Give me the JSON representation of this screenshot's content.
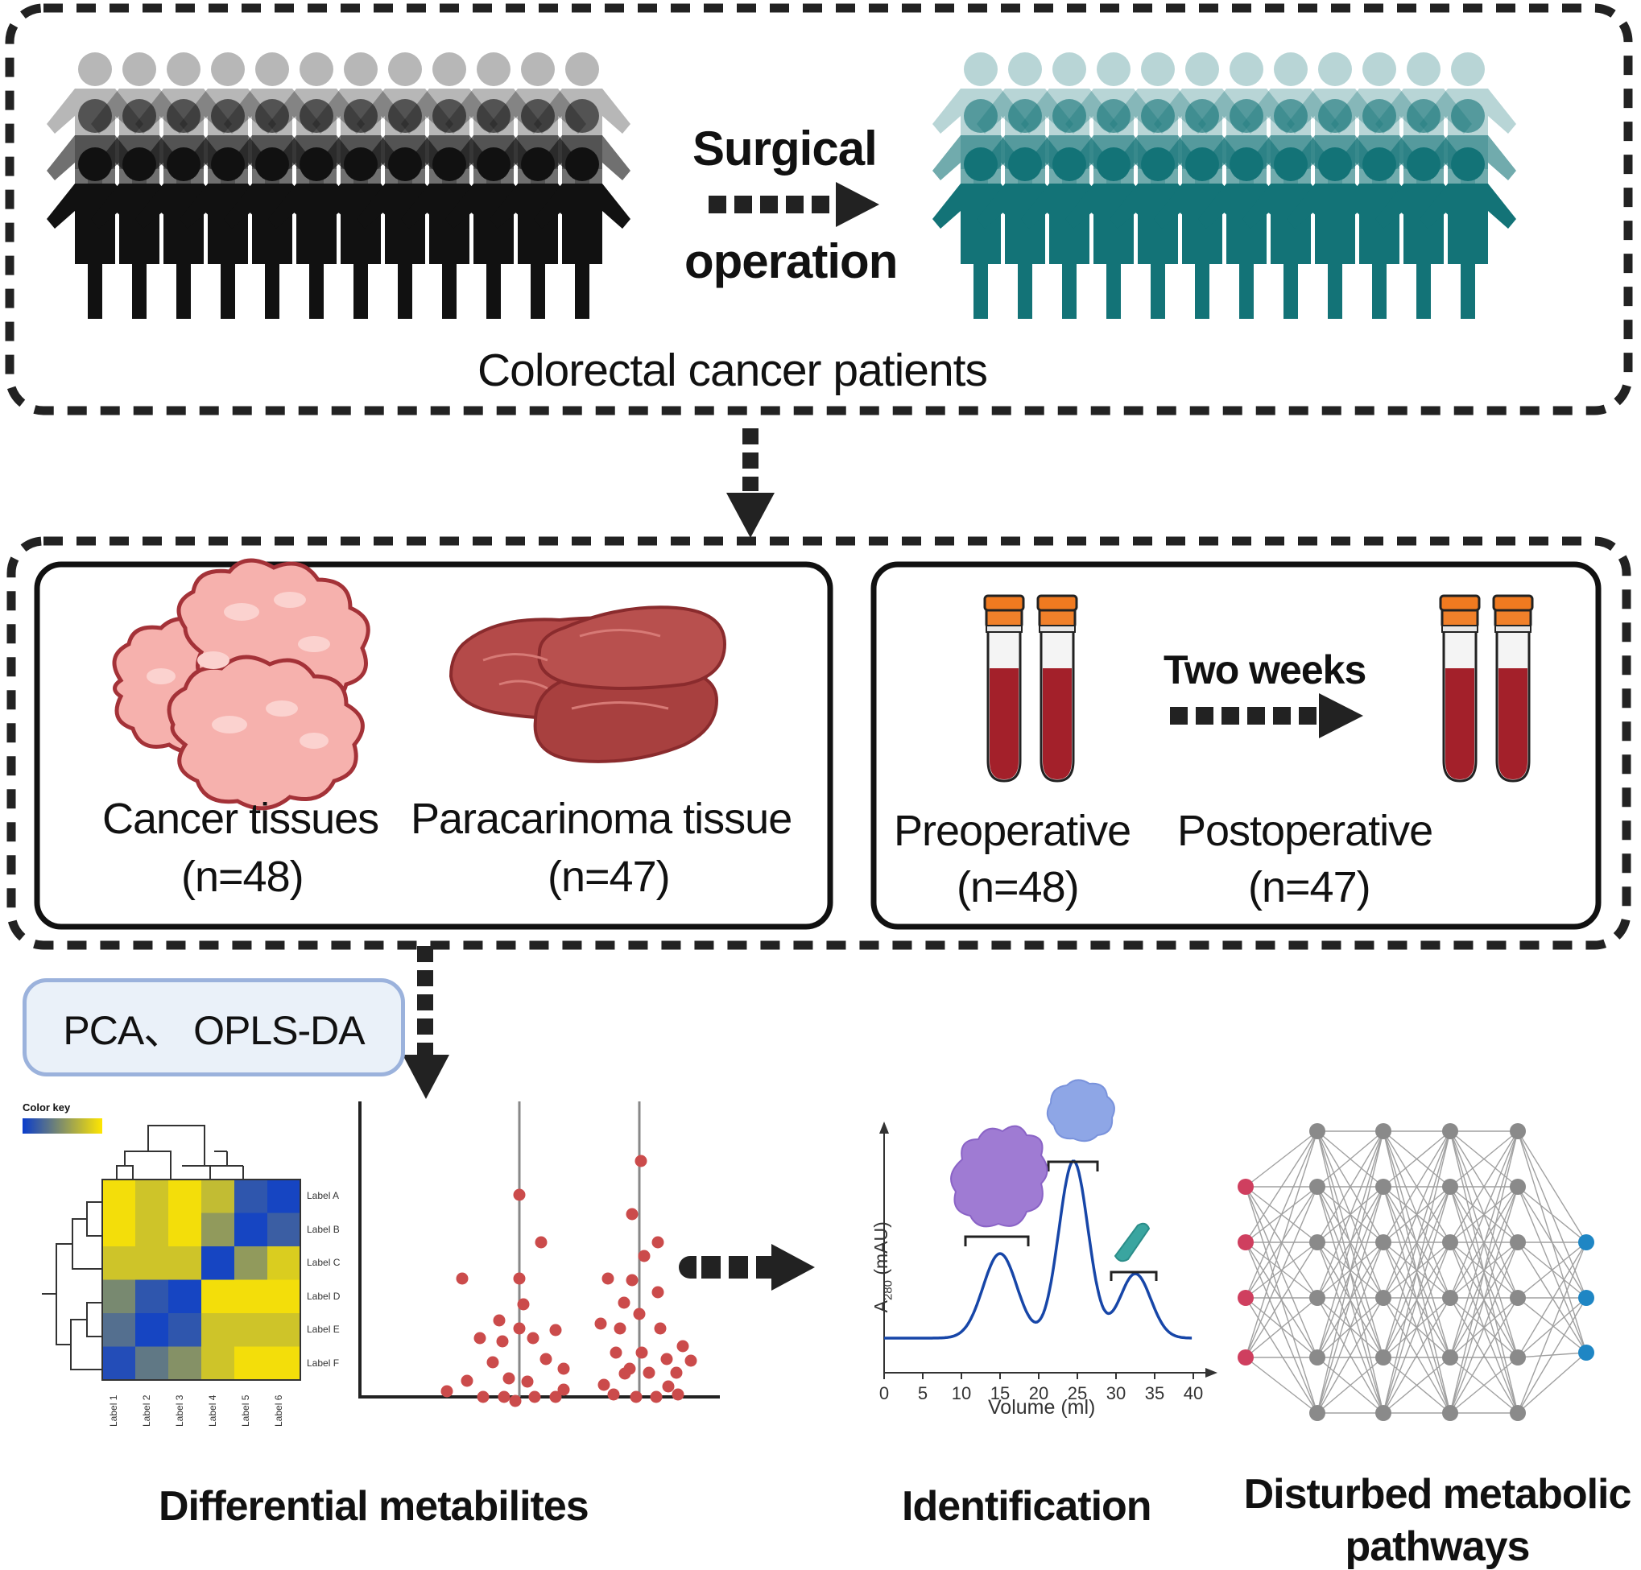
{
  "top": {
    "arrow_label_line1": "Surgical",
    "arrow_label_line2": "operation",
    "group_label": "Colorectal cancer patients",
    "colors": {
      "before": "#111111",
      "after": "#137377"
    }
  },
  "samples": {
    "tissues": {
      "cancer_label": "Cancer tissues",
      "cancer_n": "(n=48)",
      "para_label": "Paracarinoma tissue",
      "para_n": "(n=47)"
    },
    "blood": {
      "arrow_label": "Two weeks",
      "pre_label": "Preoperative",
      "pre_n": "(n=48)",
      "post_label": "Postoperative",
      "post_n": "(n=47)"
    }
  },
  "analysis": {
    "method_label": "PCA、 OPLS-DA"
  },
  "heatmap": {
    "color_key_label": "Color key",
    "row_labels": [
      "Label A",
      "Label B",
      "Label C",
      "Label D",
      "Label E",
      "Label F"
    ],
    "col_labels": [
      "Label 1",
      "Label 2",
      "Label 3",
      "Label 4",
      "Label 5",
      "Label 6"
    ],
    "matrix": [
      [
        0.95,
        0.8,
        0.95,
        0.75,
        0.15,
        0.05
      ],
      [
        0.95,
        0.8,
        0.95,
        0.55,
        0.05,
        0.2
      ],
      [
        0.8,
        0.8,
        0.8,
        0.05,
        0.55,
        0.85
      ],
      [
        0.45,
        0.15,
        0.05,
        0.95,
        0.95,
        0.95
      ],
      [
        0.3,
        0.05,
        0.15,
        0.8,
        0.8,
        0.8
      ],
      [
        0.1,
        0.35,
        0.5,
        0.8,
        0.95,
        0.95
      ]
    ],
    "colors": {
      "low": "#0a3ccc",
      "high": "#ffe600"
    }
  },
  "chromatogram": {
    "ylabel": "A280 (mAU)",
    "ylabel_main": "A",
    "ylabel_sub": "280",
    "ylabel_rest": " (mAU)",
    "xlabel": "Volume (ml)",
    "x_ticks": [
      "0",
      "5",
      "10",
      "15",
      "20",
      "25",
      "30",
      "35",
      "40"
    ]
  },
  "labels": {
    "differential": "Differential metabilites",
    "identification": "Identification",
    "pathways_line1": "Disturbed metabolic",
    "pathways_line2": "pathways"
  }
}
